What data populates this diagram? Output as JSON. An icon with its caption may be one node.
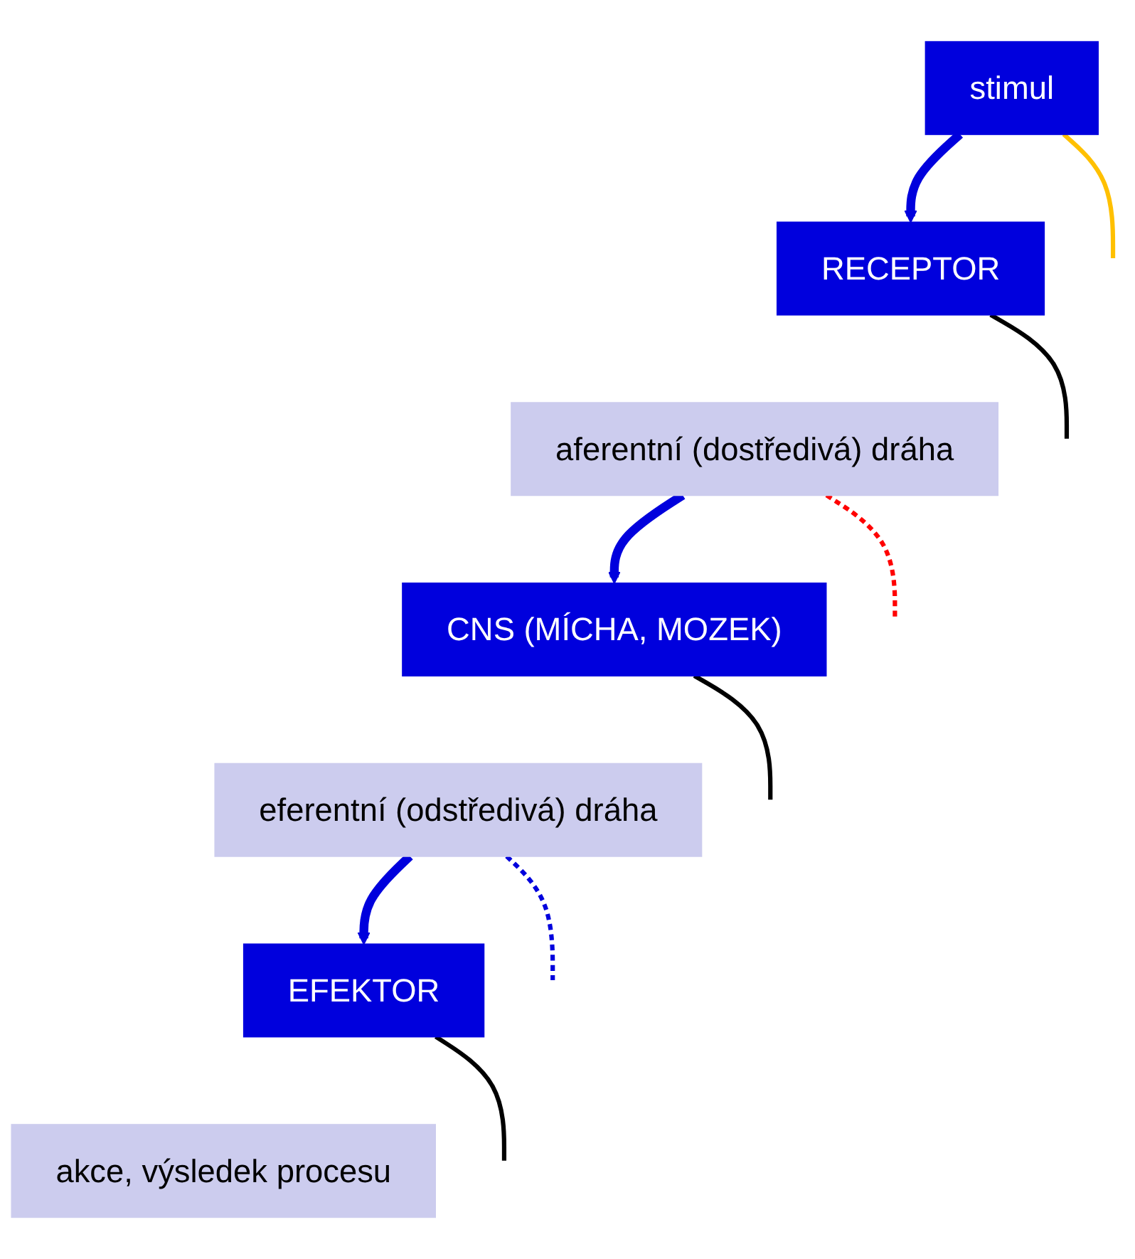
{
  "diagram": {
    "nodes": [
      {
        "text": [
          "stimul"
        ]
      },
      {
        "text": [
          "RECEPTOR"
        ]
      },
      {
        "text": [
          "aferentní (dostředivá) dráha"
        ]
      },
      {
        "text": [
          "CNS (MÍCHA, MOZEK)"
        ]
      },
      {
        "text": [
          "eferentní (odstředivá) dráha"
        ]
      },
      {
        "text": [
          "EFEKTOR"
        ]
      },
      {
        "text": [
          "akce, výsledek procesu"
        ]
      }
    ],
    "edges": [
      {
        "from": 0,
        "to": 1,
        "arrow": "to",
        "style": "thick",
        "color": "#0000dd"
      },
      {
        "from": 2,
        "to": 3,
        "arrow": "to",
        "style": "thick",
        "color": "#0000dd"
      },
      {
        "from": 4,
        "to": 5,
        "arrow": "to",
        "style": "thick",
        "color": "#0000dd"
      },
      {
        "from": 0,
        "to": null,
        "arrow": "none",
        "color": "#ffc000"
      },
      {
        "from": 1,
        "to": null,
        "arrow": "none",
        "color": "#000000"
      },
      {
        "from": 2,
        "to": null,
        "arrow": "none",
        "style": "dashed",
        "color": "#ff0000"
      },
      {
        "from": 3,
        "to": null,
        "arrow": "none",
        "color": "#000000"
      },
      {
        "from": 4,
        "to": null,
        "arrow": "none",
        "style": "dashed",
        "color": "#0000dd"
      },
      {
        "from": 5,
        "to": null,
        "arrow": "none",
        "color": "#000000"
      }
    ]
  }
}
